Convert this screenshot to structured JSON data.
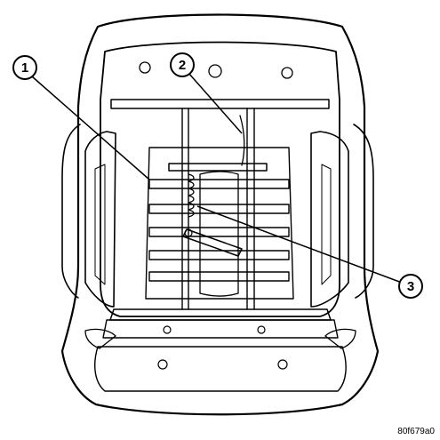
{
  "callouts": [
    {
      "label": "1"
    },
    {
      "label": "2"
    },
    {
      "label": "3"
    }
  ],
  "figure_code": "80f679a0"
}
